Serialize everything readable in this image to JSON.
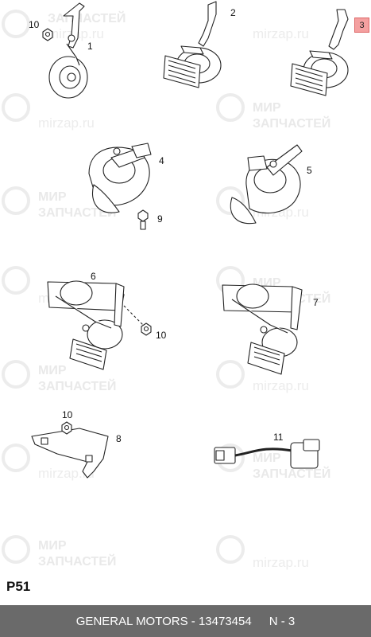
{
  "watermark": {
    "brand_line1": "МИР",
    "brand_line2": "ЗАПЧАСТЕЙ",
    "url": "mirzap.ru"
  },
  "callouts": {
    "c1": "1",
    "c2": "2",
    "c3": "3",
    "c4": "4",
    "c5": "5",
    "c6": "6",
    "c7": "7",
    "c8": "8",
    "c9": "9",
    "c10a": "10",
    "c10b": "10",
    "c10c": "10",
    "c11": "11"
  },
  "page_code": "P51",
  "footer": {
    "brand": "GENERAL MOTORS",
    "dash": "-",
    "part_number": "13473454",
    "section": "N - 3"
  }
}
